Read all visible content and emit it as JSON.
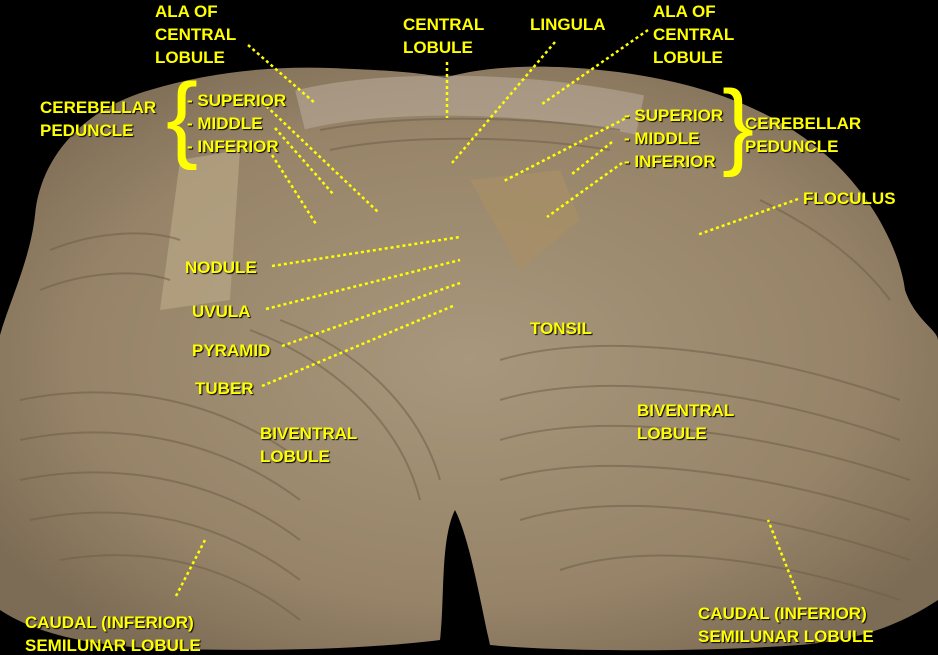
{
  "colors": {
    "label": "#ffff00",
    "tissue": "#9c8a70",
    "background": "#000000"
  },
  "labels": {
    "ala_left": [
      "ALA OF",
      "CENTRAL",
      "LOBULE"
    ],
    "central_lobule": [
      "CENTRAL",
      "LOBULE"
    ],
    "lingula": "LINGULA",
    "ala_right": [
      "ALA OF",
      "CENTRAL",
      "LOBULE"
    ],
    "peduncle_left": [
      "CEREBELLAR",
      "PEDUNCLE"
    ],
    "peduncle_left_parts": [
      "- SUPERIOR",
      "- MIDDLE",
      "- INFERIOR"
    ],
    "peduncle_right_parts": [
      "- SUPERIOR",
      "- MIDDLE",
      "- INFERIOR"
    ],
    "peduncle_right": [
      "CEREBELLAR",
      "PEDUNCLE"
    ],
    "floculus": "FLOCULUS",
    "nodule": "NODULE",
    "uvula": "UVULA",
    "pyramid": "PYRAMID",
    "tuber": "TUBER",
    "tonsil": "TONSIL",
    "biventral_left": [
      "BIVENTRAL",
      "LOBULE"
    ],
    "biventral_right": [
      "BIVENTRAL",
      "LOBULE"
    ],
    "caudal_left": [
      "CAUDAL (INFERIOR)",
      "SEMILUNAR LOBULE"
    ],
    "caudal_right": [
      "CAUDAL (INFERIOR)",
      "SEMILUNAR LOBULE"
    ]
  }
}
